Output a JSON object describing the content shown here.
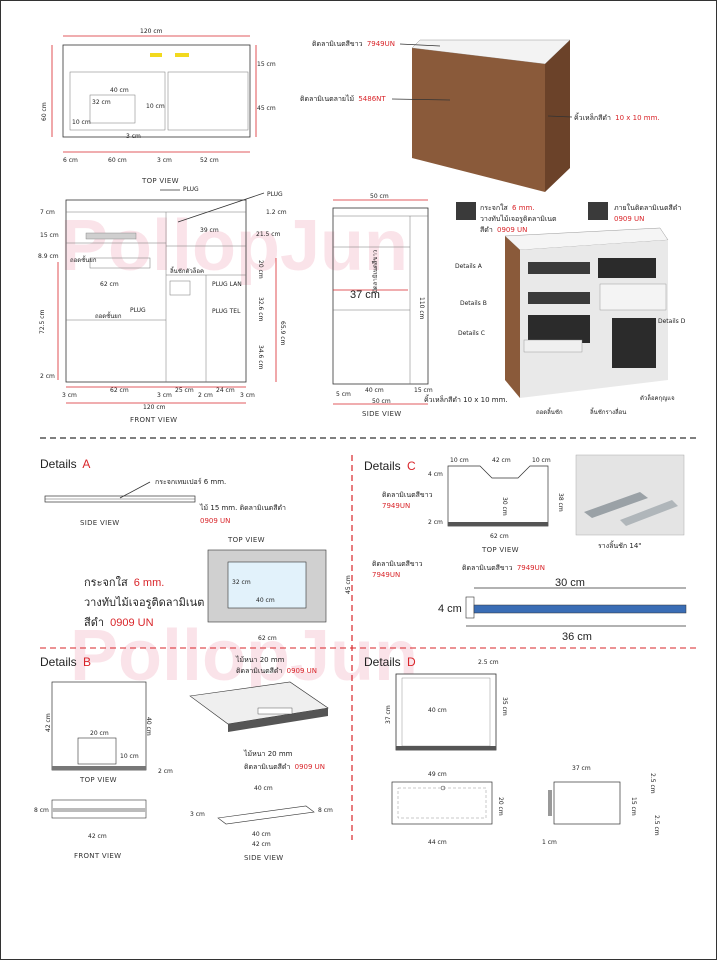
{
  "top_view": {
    "caption": "TOP VIEW",
    "dims": {
      "overall": "120 cm",
      "depth": "60 cm",
      "left": "6 cm",
      "mid": "60 cm",
      "gap": "3 cm",
      "right": "52 cm",
      "side1": "15 cm",
      "side2": "45 cm",
      "inner1": "40 cm",
      "inner2": "32 cm",
      "inner3": "10 cm",
      "inner4": "10 cm",
      "inner5": "3 cm"
    }
  },
  "render_3d": {
    "label_white": "ติดลามิเนตสีขาว",
    "code_white": "7949UN",
    "label_wood": "ติดลามิเนตลายไม้",
    "code_wood": "5486NT",
    "label_alu": "คิ้วเหล็กสีดำ",
    "size_alu": "10 x 10 mm."
  },
  "front_view": {
    "caption": "FRONT VIEW",
    "plug1": "PLUG",
    "plug2": "PLUG",
    "plug3": "PLUG",
    "plug_lan": "PLUG LAN",
    "plug_tel": "PLUG TEL",
    "note_drawer": "ลิ้นชักตัวล็อค",
    "note_shelf": "ถอดชั้นยก",
    "note_shelf2": "ถอดชั้นยก",
    "dims": {
      "d1": "7 cm",
      "d2": "15 cm",
      "d3": "8.9 cm",
      "d4": "72.5 cm",
      "d5": "2 cm",
      "d6": "62 cm",
      "d7": "39 cm",
      "d8": "1.2 cm",
      "d9": "21.5 cm",
      "d10": "20 cm",
      "d11": "32.6 cm",
      "d12": "65.9 cm",
      "d13": "34.6 cm",
      "d14": "3 cm",
      "d15": "62 cm",
      "d16": "3 cm",
      "d17": "25 cm",
      "d18": "2 cm",
      "d19": "24 cm",
      "d20": "3 cm",
      "d21": "120 cm"
    }
  },
  "side_view": {
    "caption": "SIDE VIEW",
    "dims": {
      "top": "50 cm",
      "inner": "37 cm",
      "height": "110 cm",
      "b1": "40 cm",
      "b2": "15 cm",
      "b3": "50 cm",
      "b4": "5 cm"
    },
    "note_vert": "ปิดลามิเนตสีขาว",
    "note_alu": "คิ้วเหล็กสีดำ 10 x 10 mm."
  },
  "render_open": {
    "tag_glass": "กระจกใส",
    "tag_glass_mm": "6 mm.",
    "tag_glass2": "วางทับไม้เจอรูติดลามิเนต",
    "tag_glass3": "สีดำ",
    "tag_glass_code": "0909 UN",
    "tag_inner": "ภายในติดลามิเนตสีดำ",
    "tag_inner_code": "0909 UN",
    "detail_a": "Details A",
    "detail_b": "Details B",
    "detail_c": "Details C",
    "detail_d": "Details D",
    "lock": "ตัวล็อคกุญแจ",
    "rail": "ลิ้นชักรางลื่อน",
    "shelf": "ถอดลิ้นชัก"
  },
  "details_a": {
    "title": "Details",
    "letter": "A",
    "side_caption": "SIDE VIEW",
    "top_caption": "TOP VIEW",
    "glass_note": "กระจกเทมเปอร์ 6 mm.",
    "wood_note": "ไม้ 15 mm. ติดลามิเนตสีดำ",
    "wood_code": "0909 UN",
    "big1": "กระจกใส",
    "big1_mm": "6 mm.",
    "big2": "วางทับไม้เจอรูติดลามิเนต",
    "big3": "สีดำ",
    "big3_code": "0909 UN",
    "dims": {
      "w": "40 cm",
      "h": "32 cm",
      "outer_w": "62 cm",
      "outer_h": "45 cm"
    }
  },
  "details_c": {
    "title": "Details",
    "letter": "C",
    "top_caption": "TOP VIEW",
    "white_label": "ติดลามิเนตสีขาว",
    "white_code": "7949UN",
    "white_label2": "ติดลามิเนตสีขาว",
    "white_code2": "7949UN",
    "white_label3": "ติดลามิเนตสีขาว",
    "white_code3": "7949UN",
    "rail_caption": "รางลิ้นชัก 14\"",
    "dims": {
      "a": "10 cm",
      "b": "42 cm",
      "c": "10 cm",
      "d": "4 cm",
      "e": "30 cm",
      "f": "38 cm",
      "g": "2 cm",
      "h": "62 cm",
      "i": "30 cm",
      "j": "4 cm",
      "k": "36 cm"
    }
  },
  "details_b": {
    "title": "Details",
    "letter": "B",
    "top_caption": "TOP VIEW",
    "front_caption": "FRONT VIEW",
    "side_caption": "SIDE VIEW",
    "wood1": "ไม้หนา 20 mm",
    "wood1_b": "ติดลามิเนตสีดำ",
    "wood1_code": "0909 UN",
    "wood2": "ไม้หนา 20 mm",
    "wood2_b": "ติดลามิเนตสีดำ",
    "wood2_code": "0909 UN",
    "dims": {
      "a": "42 cm",
      "b": "40 cm",
      "c": "20 cm",
      "d": "10 cm",
      "e": "2 cm",
      "f": "8 cm",
      "g": "42 cm",
      "h": "40 cm",
      "i": "3 cm",
      "j": "8 cm",
      "k": "40 cm",
      "l": "42 cm"
    }
  },
  "details_d": {
    "title": "Details",
    "letter": "D",
    "dims": {
      "a": "2.5 cm",
      "b": "37 cm",
      "c": "40 cm",
      "d": "35 cm",
      "e": "49 cm",
      "f": "20 cm",
      "g": "44 cm",
      "h": "37 cm",
      "i": "2.5 cm",
      "j": "15 cm",
      "k": "2.5 cm",
      "l": "1 cm"
    }
  },
  "watermark": "PollopJun",
  "colors": {
    "accent": "#d9252a",
    "wood": "#8a5a3a",
    "dark": "#2b2b2b"
  }
}
